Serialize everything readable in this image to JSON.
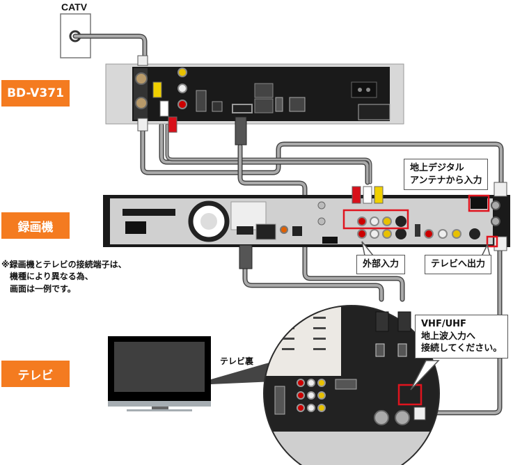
{
  "labels": {
    "catv": "CATV",
    "tuner": "BD-V371",
    "recorder": "録画機",
    "tv": "テレビ",
    "tv_back": "テレビ裏"
  },
  "note": {
    "lines": [
      "※録画機とテレビの接続端子は、",
      "機種により異なる為、",
      "画面は一例です。"
    ]
  },
  "callouts": {
    "antenna_in": [
      "地上デジタル",
      "アンテナから入力"
    ],
    "external_in": "外部入力",
    "tv_out": "テレビへ出力",
    "vhf_uhf": [
      "VHF/UHF",
      "地上波入力へ",
      "接続してください。"
    ]
  },
  "colors": {
    "accent_orange": "#F47B20",
    "highlight_red": "#E0141E",
    "cable_gray": "#9A9A9A",
    "device_black": "#1A1A1A"
  }
}
